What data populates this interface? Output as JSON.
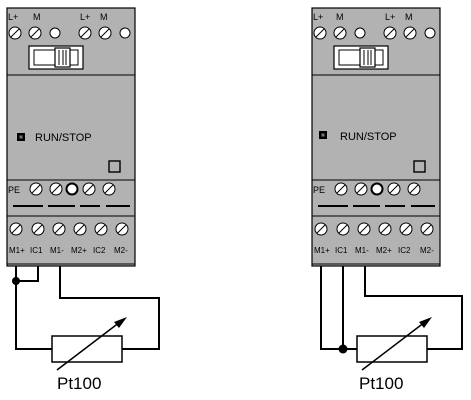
{
  "modules": [
    {
      "id": "left",
      "top_terminals": [
        "L+",
        "M",
        "",
        "L+",
        "M",
        ""
      ],
      "run_stop_label": "RUN/STOP",
      "pe_label": "PE",
      "bottom_terminals": [
        "M1+",
        "IC1",
        "M1-",
        "M2+",
        "IC2",
        "M2-"
      ],
      "sensor_label": "Pt100",
      "wiring": "2-wire"
    },
    {
      "id": "right",
      "top_terminals": [
        "L+",
        "M",
        "",
        "L+",
        "M",
        ""
      ],
      "run_stop_label": "RUN/STOP",
      "pe_label": "PE",
      "bottom_terminals": [
        "M1+",
        "IC1",
        "M1-",
        "M2+",
        "IC2",
        "M2-"
      ],
      "sensor_label": "Pt100",
      "wiring": "3-wire"
    }
  ],
  "colors": {
    "housing": "#b2b2b2",
    "line": "#000000",
    "background": "#ffffff"
  }
}
